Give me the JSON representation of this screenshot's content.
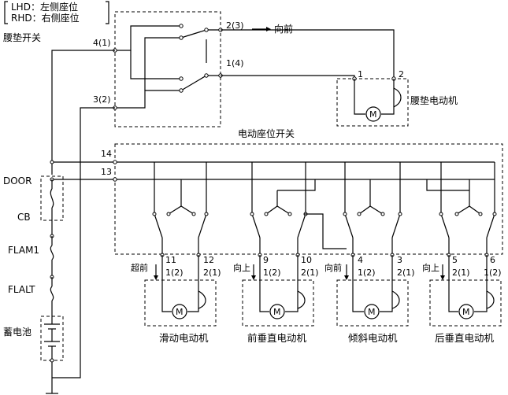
{
  "legend": {
    "lhd": "LHD：左侧座位",
    "rhd": "RHD：右侧座位"
  },
  "lumbar_switch": {
    "title": "腰垫开关",
    "pins": [
      "4(1)",
      "3(2)",
      "2(3)",
      "1(4)"
    ],
    "forward": "向前"
  },
  "lumbar_motor": {
    "title": "腰垫电动机",
    "pins": [
      "1",
      "2"
    ]
  },
  "seat_switch": {
    "title": "电动座位开关",
    "rails": [
      "14",
      "13"
    ]
  },
  "left_side": {
    "door": "DOOR",
    "cb": "CB",
    "flam1": "FLAM1",
    "flalt": "FLALT",
    "battery": "蓄电池"
  },
  "motors": [
    {
      "name": "滑动电动机",
      "dir": "超前",
      "pin_l": "11",
      "pin_r": "12",
      "sub_l": "1(2)",
      "sub_r": "2(1)"
    },
    {
      "name": "前垂直电动机",
      "dir": "向上",
      "pin_l": "9",
      "pin_r": "10",
      "sub_l": "1(2)",
      "sub_r": "2(1)"
    },
    {
      "name": "倾斜电动机",
      "dir": "向前",
      "pin_l": "4",
      "pin_r": "3",
      "sub_l": "1(2)",
      "sub_r": "2(1)"
    },
    {
      "name": "后垂直电动机",
      "dir": "向上",
      "pin_l": "5",
      "pin_r": "6",
      "sub_l": "2(1)",
      "sub_r": "1(2)"
    }
  ],
  "motor_symbol": "M"
}
